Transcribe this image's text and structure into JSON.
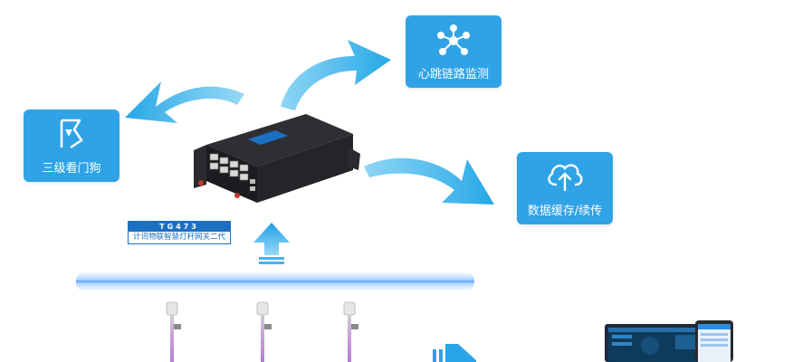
{
  "cards": {
    "heartbeat": {
      "label": "心跳链路监测",
      "icon": "network-node-icon"
    },
    "watchdog": {
      "label": "三级看门狗",
      "icon": "watchdog-logo-icon"
    },
    "storage": {
      "label": "数据缓存/续传",
      "icon": "cloud-upload-icon"
    }
  },
  "device": {
    "model": "TG473",
    "subtitle": "计讯物联智慧灯杆网关二代"
  },
  "colors": {
    "card_blue": "#2fa3e6",
    "arrow_blue": "#34b4ea",
    "label_blue": "#1d6fc2",
    "glow_blue": "#5aa5ff"
  }
}
